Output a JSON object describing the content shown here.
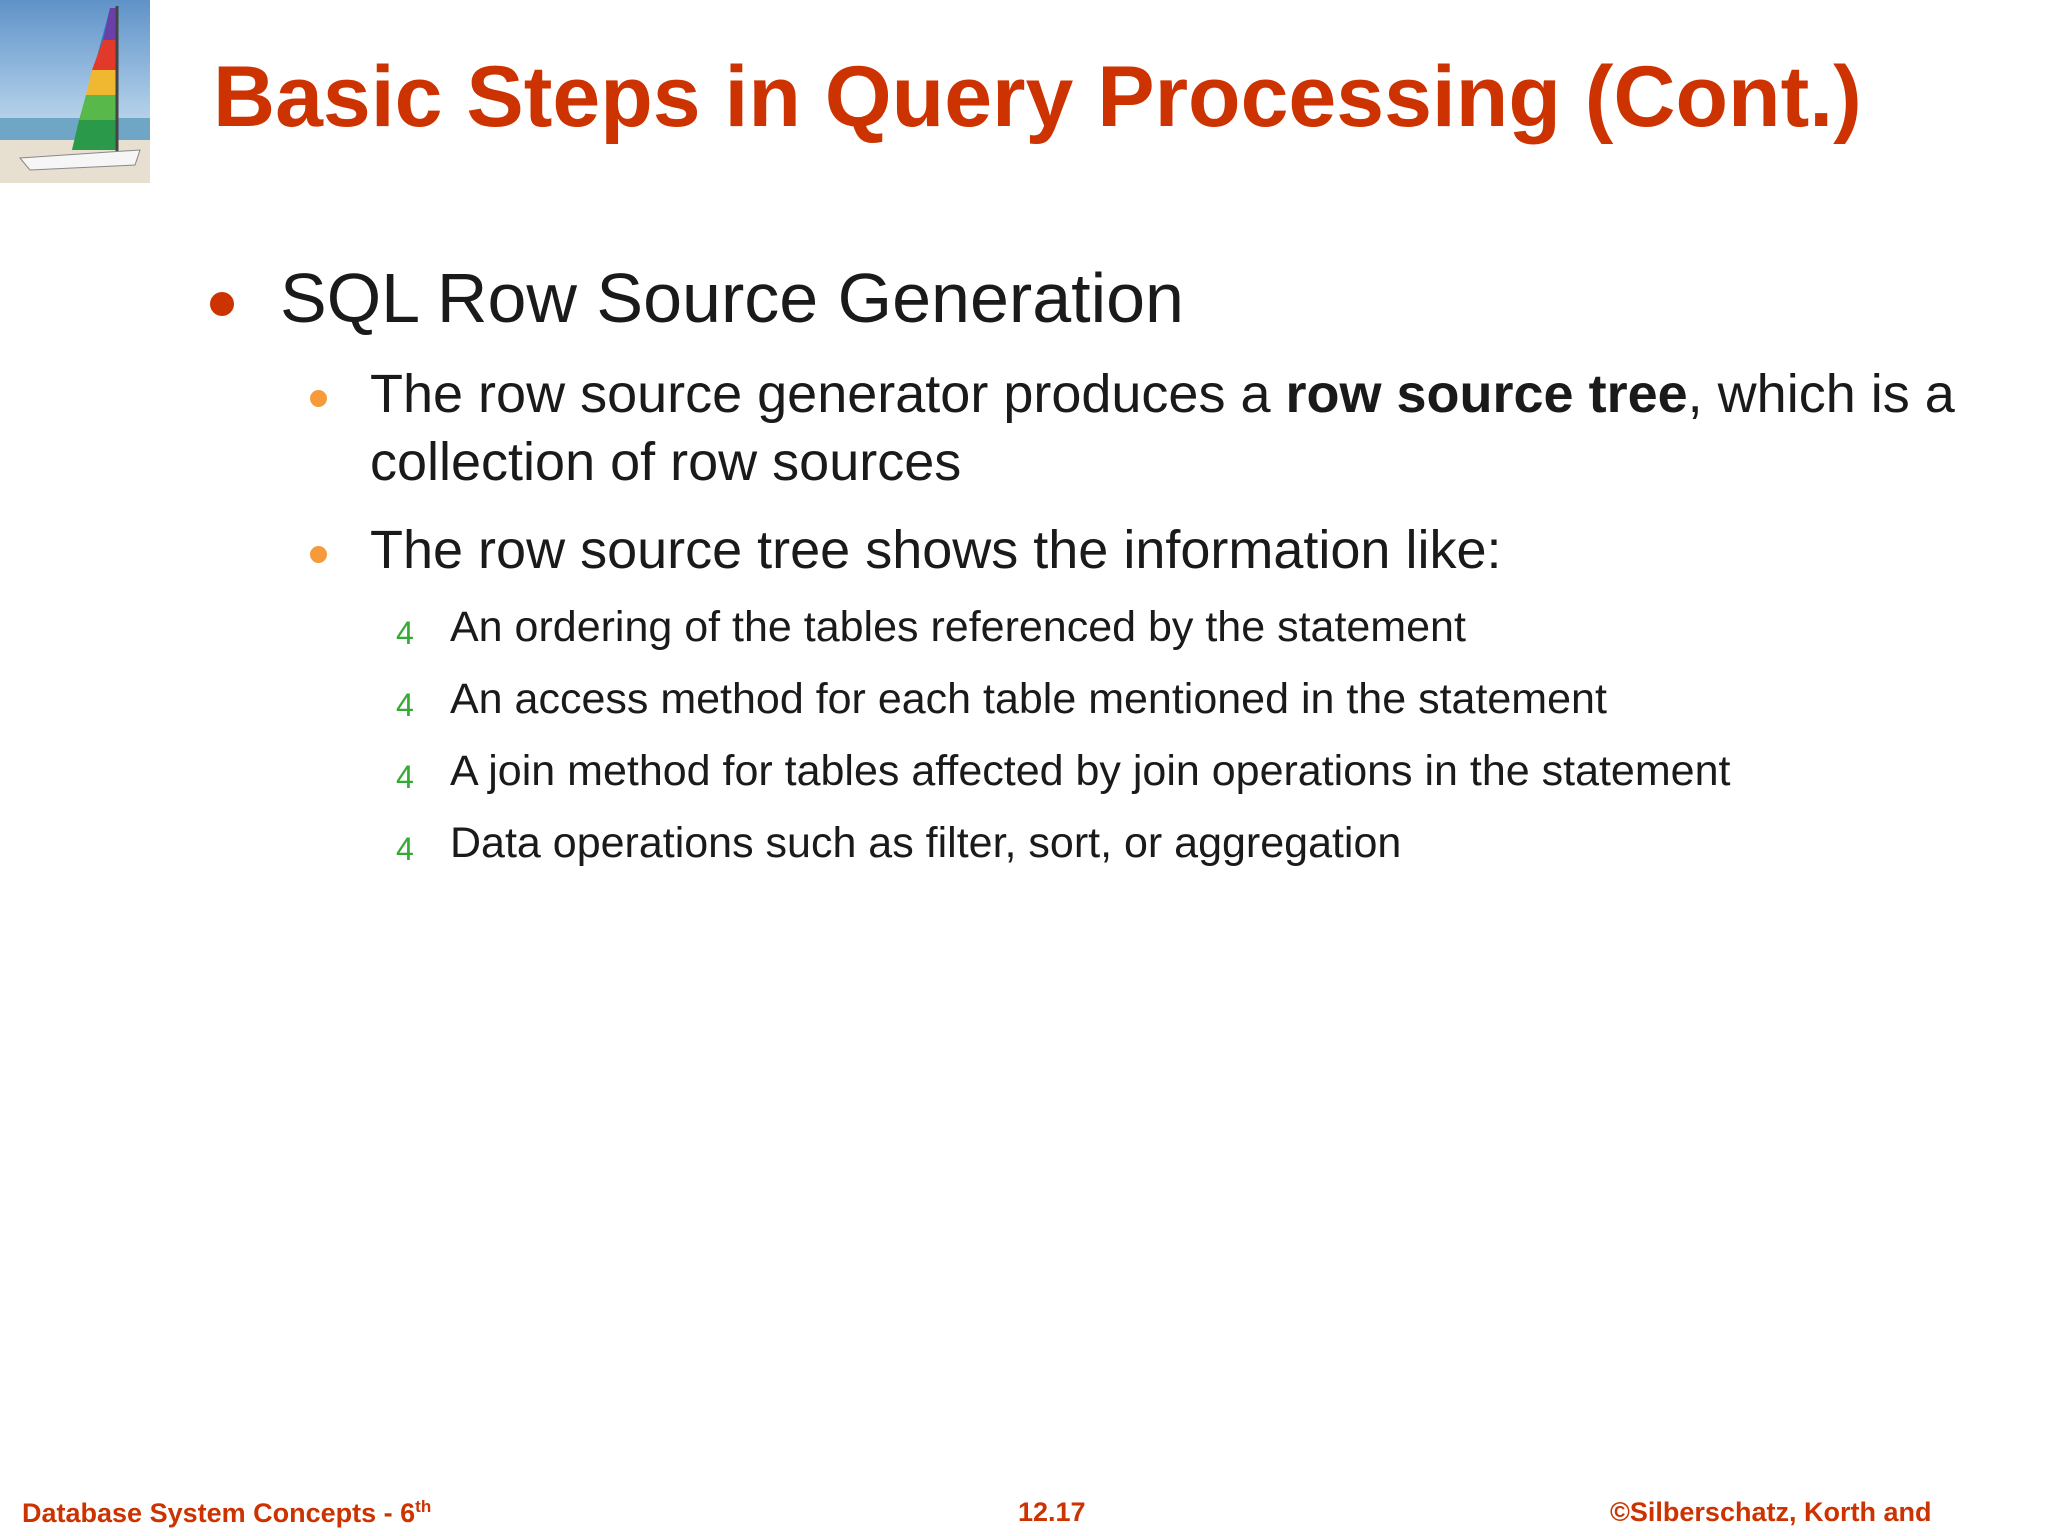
{
  "slide": {
    "title": "Basic Steps in Query Processing (Cont.)",
    "bullets": [
      {
        "text": "SQL Row Source Generation",
        "sub_bullets": [
          {
            "text_before": "The row source generator produces a ",
            "text_bold": "row source tree",
            "text_after": ", which is a collection of row sources"
          },
          {
            "text": "The row source tree shows the information like:",
            "items": [
              "An ordering of the tables referenced by the statement",
              "An access method for each table mentioned in the statement",
              "A join method for tables affected by join operations in the statement",
              "Data operations such as filter, sort, or aggregation"
            ]
          }
        ]
      }
    ],
    "level3_marker": "4"
  },
  "footer": {
    "left_text": "Database System Concepts - 6",
    "left_sup": "th",
    "page_number": "12.17",
    "right_text": "©Silberschatz, Korth and"
  },
  "colors": {
    "title": "#cc3300",
    "level1_bullet": "#cc3300",
    "level2_bullet": "#f79a3a",
    "level3_marker": "#33aa33",
    "footer": "#cc3300"
  },
  "icons": {
    "logo": "sailboat-logo"
  }
}
